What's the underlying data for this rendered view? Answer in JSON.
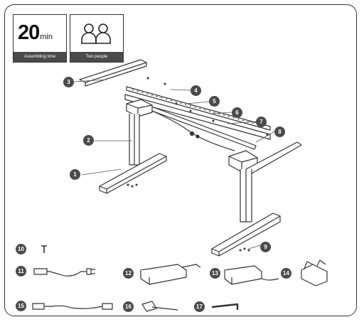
{
  "cards": {
    "time_value": "20",
    "time_unit": "min",
    "time_caption": "Assembling time",
    "people_caption": "Two people",
    "people_icon": "two-people-icon"
  },
  "callouts": [
    "1",
    "2",
    "3",
    "4",
    "5",
    "6",
    "7",
    "8",
    "9",
    "10",
    "11",
    "12",
    "13",
    "14",
    "15",
    "16",
    "17"
  ],
  "colors": {
    "badge": "#4a4a4a",
    "line": "#333333",
    "caption_bg": "#4a4a4a"
  }
}
